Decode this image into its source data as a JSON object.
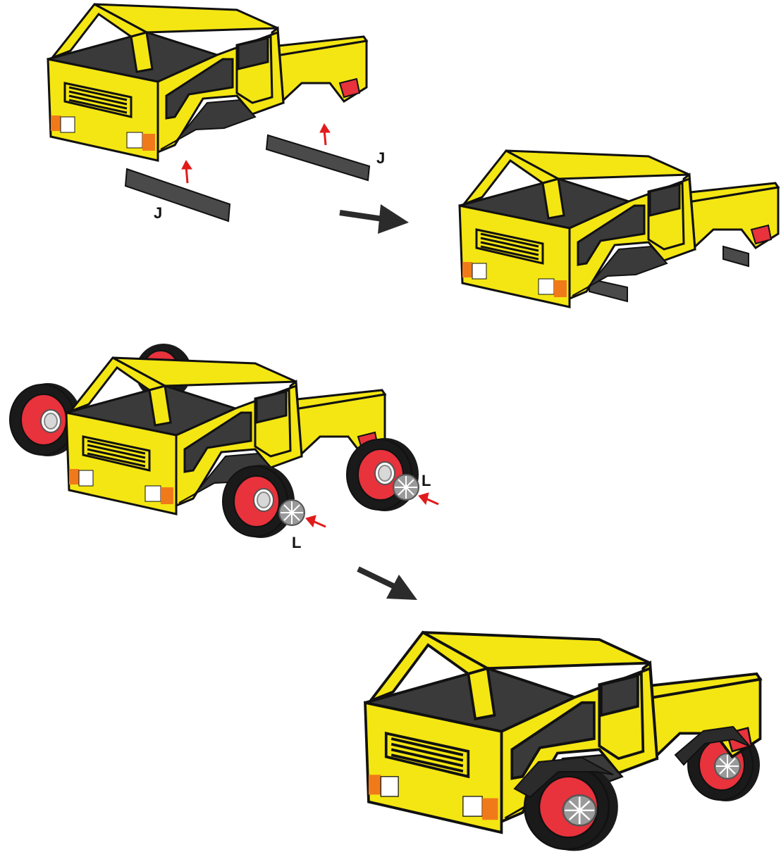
{
  "labels": {
    "part_j": "J",
    "part_l": "L"
  },
  "colors": {
    "body": "#f4e612",
    "outline": "#111111",
    "dark": "#3a3a3a",
    "tire": "#1a1a1a",
    "rim": "#e8323c",
    "hubcap": "#9a9a9a",
    "light_orange": "#f07a1a",
    "light_white": "#ffffff",
    "arrow_red": "#e11b1b",
    "arrow_black": "#2b2b2b"
  },
  "steps": [
    {
      "name": "step-1-attach-axle-strips",
      "part": "J"
    },
    {
      "name": "step-2-axle-strips-attached"
    },
    {
      "name": "step-3-attach-wheels",
      "part": "L"
    },
    {
      "name": "step-4-completed-truck"
    }
  ]
}
